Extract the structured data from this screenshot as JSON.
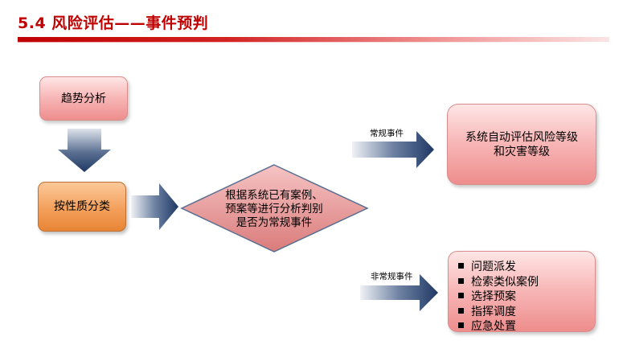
{
  "header": {
    "title": "5.4 风险评估——事件预判"
  },
  "nodes": {
    "trend": "趋势分析",
    "classify": "按性质分类",
    "judge_lines": [
      "根据系统已有案例、",
      "预案等进行分析判别",
      "是否为常规事件"
    ],
    "auto_lines": [
      "系统自动评估风险等级",
      "和灾害等级"
    ],
    "actions": [
      "问题派发",
      "检索类似案例",
      "选择预案",
      "指挥调度",
      "应急处置"
    ]
  },
  "edges": {
    "routine": "常规事件",
    "non_routine": "非常规事件"
  },
  "colors": {
    "title": "#c00000",
    "box_pink": "#f8b9b9",
    "box_orange": "#f3a05b",
    "diamond": "#e08a8a",
    "arrow_dark": "#1f3864"
  }
}
